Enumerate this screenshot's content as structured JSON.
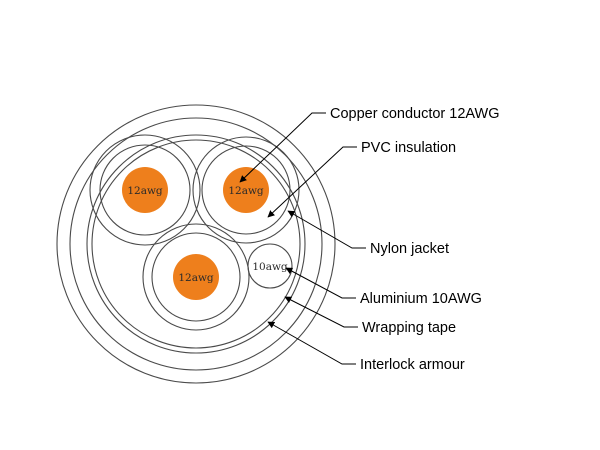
{
  "colors": {
    "conductor": "#ee7f1c",
    "line": "#4a4a4a",
    "background": "#ffffff"
  },
  "cores": {
    "top_left": "12awg",
    "top_right": "12awg",
    "bottom": "12awg",
    "ground": "10awg"
  },
  "callouts": {
    "copper_conductor": "Copper conductor 12AWG",
    "pvc_insulation": "PVC insulation",
    "nylon_jacket": "Nylon jacket",
    "aluminium": "Aluminium 10AWG",
    "wrapping_tape": "Wrapping tape",
    "interlock_armour": "Interlock armour"
  }
}
